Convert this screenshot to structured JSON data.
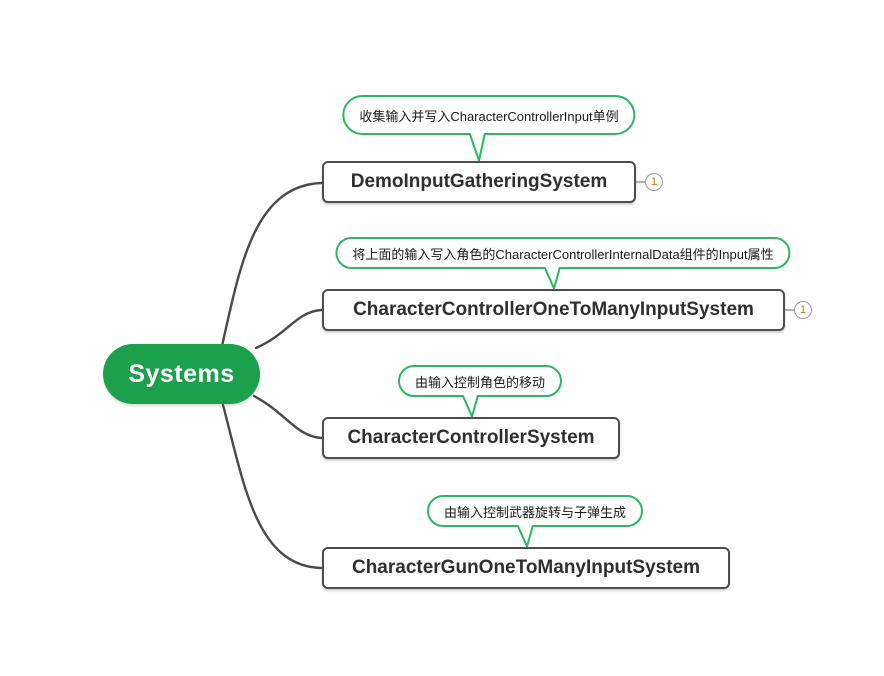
{
  "root": {
    "label": "Systems"
  },
  "branches": [
    {
      "node": "DemoInputGatheringSystem",
      "callout": "收集输入并写入CharacterControllerInput单例",
      "badge": "1"
    },
    {
      "node": "CharacterControllerOneToManyInputSystem",
      "callout": "将上面的输入写入角色的CharacterControllerInternalData组件的Input属性",
      "badge": "1"
    },
    {
      "node": "CharacterControllerSystem",
      "callout": "由输入控制角色的移动"
    },
    {
      "node": "CharacterGunOneToManyInputSystem",
      "callout": "由输入控制武器旋转与子弹生成"
    }
  ],
  "colors": {
    "background": "#ffffff",
    "root_fill": "#1ba14c",
    "root_text": "#ffffff",
    "topic_border": "#4d4d4d",
    "topic_text": "#2f2f2f",
    "callout_border": "#2cb85e",
    "callout_text": "#1a1a1a",
    "connector_line": "#4a4a4a",
    "badge_border": "#9a9a9a",
    "badge_number": "#cc7a1f"
  },
  "icons": {
    "badge_1": "number-1-in-circle"
  }
}
